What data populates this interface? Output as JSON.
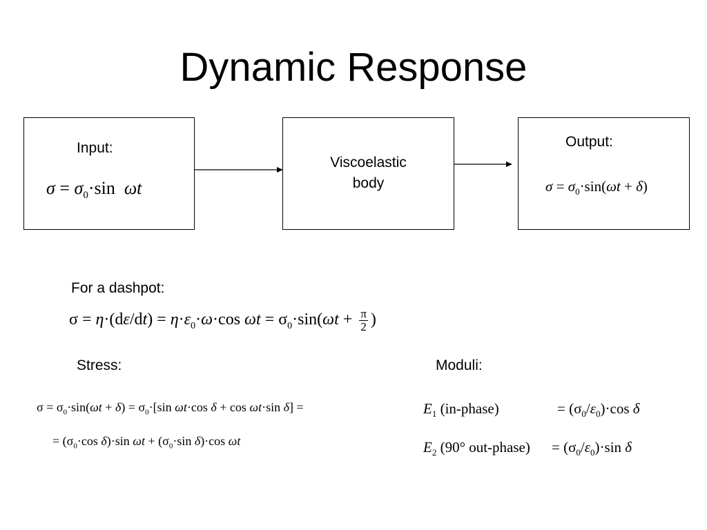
{
  "title": "Dynamic Response",
  "diagram": {
    "input": {
      "label": "Input:",
      "eq_lhs": "σ",
      "eq_eq": "=",
      "eq_rhs_base": "σ",
      "eq_rhs_sub": "0",
      "eq_rhs_tail": "·sin",
      "eq_rhs_arg": "ωt"
    },
    "body": {
      "line1": "Viscoelastic",
      "line2": "body"
    },
    "output": {
      "label": "Output:",
      "eq_lhs": "σ",
      "eq_eq": "=",
      "eq_base": "σ",
      "eq_sub": "0",
      "eq_tail": "·sin(",
      "eq_arg": "ωt",
      "eq_plus": "+",
      "eq_delta": "δ",
      "eq_close": ")"
    }
  },
  "dashpot": {
    "label": "For a dashpot:",
    "part1": "σ = ",
    "eta1": "η",
    "part2": "·(d",
    "eps1": "ε",
    "part3": "/d",
    "t1": "t",
    "part4": ") = ",
    "eta2": "η",
    "part5": "·",
    "eps2": "ε",
    "sub0a": "0",
    "part6": "·",
    "omega1": "ω",
    "part7": "·cos ",
    "omegat1": "ωt",
    "part8": " = σ",
    "sub0b": "0",
    "part9": "·sin(",
    "omegat2": "ωt",
    "part10": " + ",
    "frac_num": "π",
    "frac_den": "2",
    "part11": ")"
  },
  "stress": {
    "label": "Stress:",
    "line1": {
      "a": "σ  = σ",
      "sub1": "0",
      "b": "·sin(",
      "c": "ωt",
      "d": " + ",
      "e": "δ",
      "f": ") = σ",
      "sub2": "0",
      "g": "·[sin ",
      "h": "ωt",
      "i": "·cos ",
      "j": "δ",
      "k": " + cos ",
      "l": "ωt",
      "m": "·sin ",
      "n": "δ",
      "o": "] ="
    },
    "line2": {
      "a": "= (σ",
      "sub1": "0",
      "b": "·cos ",
      "c": "δ",
      "d": ")·sin ",
      "e": "ωt",
      "f": " + (σ",
      "sub2": "0",
      "g": "·sin ",
      "h": "δ",
      "i": ")·cos ",
      "j": "ωt"
    }
  },
  "moduli": {
    "label": "Moduli:",
    "e1": {
      "name": "E",
      "sub": "1",
      "desc": " (in-phase)",
      "eq": "= (σ",
      "sub0": "0",
      "slash": "/",
      "eps": "ε",
      "sub0b": "0",
      "tail": ")·cos ",
      "delta": "δ"
    },
    "e2": {
      "name": "E",
      "sub": "2",
      "desc": " (90° out-phase)",
      "eq": "= (σ",
      "sub0": "0",
      "slash": "/",
      "eps": "ε",
      "sub0b": "0",
      "tail": ")·sin ",
      "delta": "δ"
    }
  }
}
